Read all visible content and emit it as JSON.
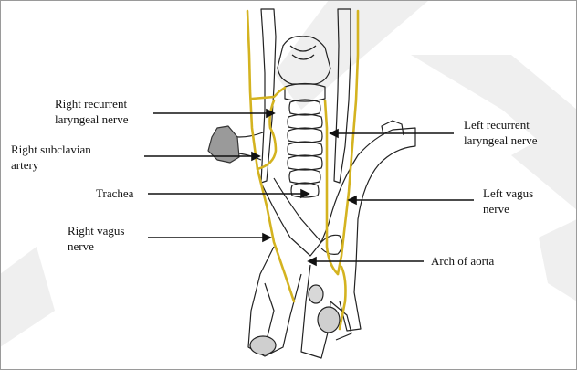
{
  "labels": {
    "right_recurrent_1": "Right  recurrent",
    "right_recurrent_2": "laryngeal  nerve",
    "right_subclavian_1": "Right  subclavian",
    "right_subclavian_2": "artery",
    "trachea": "Trachea",
    "right_vagus_1": "Right  vagus",
    "right_vagus_2": "nerve",
    "left_recurrent_1": "Left recurrent",
    "left_recurrent_2": "laryngeal  nerve",
    "left_vagus_1": "Left  vagus",
    "left_vagus_2": "nerve",
    "arch_of_aorta": "Arch of aorta"
  },
  "colors": {
    "nerve": "#d4b320",
    "outline": "#222222",
    "frame": "#9a9a9a",
    "watermark": "#eeeeee",
    "artery_cut": "#8a8a8a"
  }
}
